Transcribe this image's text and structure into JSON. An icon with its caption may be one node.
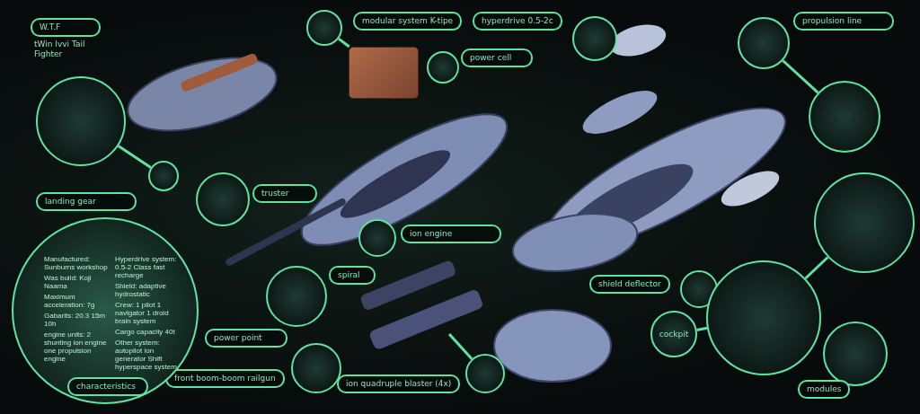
{
  "diagram": {
    "nodes": [
      {
        "text": [
          "W.T.F"
        ],
        "beside": [
          "tWin Ivvi Tail Fighter"
        ]
      },
      {
        "text": [],
        "shape": "picture"
      },
      {
        "text": [],
        "shape": "picture"
      },
      {
        "text": [
          "landing gear"
        ]
      },
      {
        "text": [
          "modular system K-tipe"
        ]
      },
      {
        "text": [],
        "shape": "picture"
      },
      {
        "text": [],
        "shape": "picture"
      },
      {
        "text": [],
        "shape": "picture"
      },
      {
        "text": [
          "power cell"
        ]
      },
      {
        "text": [
          "hyperdrive 0.5-2c"
        ]
      },
      {
        "text": [],
        "shape": "picture"
      },
      {
        "text": [
          "propulsion line"
        ]
      },
      {
        "text": [],
        "shape": "picture"
      },
      {
        "text": [],
        "shape": "picture"
      },
      {
        "text": [],
        "shape": "picture"
      },
      {
        "text": [],
        "shape": "picture"
      },
      {
        "text": [
          "truster"
        ]
      },
      {
        "text": [],
        "shape": "picture"
      },
      {
        "text": [
          "ion engine"
        ]
      },
      {
        "text": [
          "spiral"
        ]
      },
      {
        "text": [],
        "shape": "picture"
      },
      {
        "text": [
          "power point"
        ]
      },
      {
        "text": [],
        "shape": "picture"
      },
      {
        "text": [
          "front boom-boom railgun"
        ]
      },
      {
        "text": [
          "Manufactured: Sunburns workshop",
          "Was build: Koji Naama",
          "Maximum acceleration: 7g",
          "Gabarits: 20.3 15m 10h",
          "engine units: 2 shunting ion engine one propulsion engine",
          "Hyperdrive system: 0.5-2 Class fast recharge",
          "Shield: adaptive hydrostatic",
          "Crew: 1 pilot 1 navigator 1 droid brain system",
          "Cargo capacity 40t",
          "Other system: autopilot ion generator Shift hyperspace system"
        ]
      },
      {
        "text": [
          "characteristics"
        ],
        "in": 24
      },
      {
        "text": [],
        "shape": "picture"
      },
      {
        "text": [
          "ion quadruple blaster (4x)"
        ]
      },
      {
        "text": [
          "shield deflector"
        ]
      },
      {
        "text": [],
        "shape": "picture"
      },
      {
        "text": [],
        "shape": "picture"
      },
      {
        "text": [
          "cockpit"
        ]
      },
      {
        "text": [],
        "shape": "picture"
      },
      {
        "text": [
          "modules"
        ]
      }
    ],
    "edges": [
      {
        "from": 1,
        "to": 2,
        "arrow": "none"
      },
      {
        "from": 5,
        "to": 6,
        "arrow": "none"
      },
      {
        "from": 12,
        "to": 13,
        "arrow": "none"
      },
      {
        "from": 14,
        "to": 30,
        "arrow": "none"
      },
      {
        "from": 30,
        "to": 31,
        "arrow": "none"
      },
      {
        "from": 26,
        "to": null,
        "arrow": "none"
      }
    ]
  }
}
